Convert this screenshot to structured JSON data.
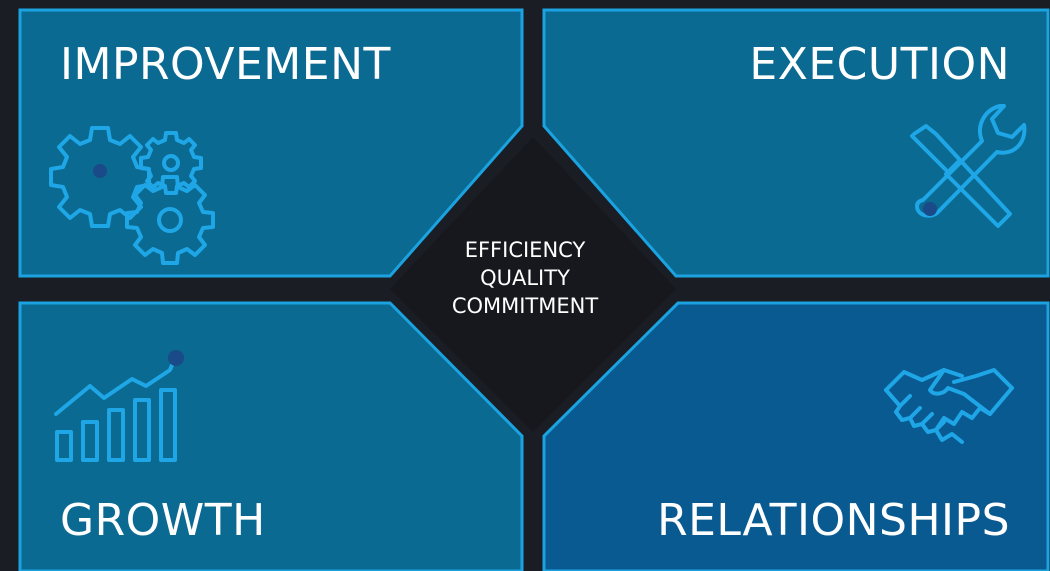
{
  "quadrants": {
    "top_left": {
      "label": "IMPROVEMENT",
      "icon": "gears-icon"
    },
    "top_right": {
      "label": "EXECUTION",
      "icon": "tools-icon"
    },
    "bottom_left": {
      "label": "GROWTH",
      "icon": "growth-chart-icon"
    },
    "bottom_right": {
      "label": "RELATIONSHIPS",
      "icon": "handshake-icon"
    }
  },
  "center": {
    "lines": [
      "EFFICIENCY",
      "QUALITY",
      "COMMITMENT"
    ]
  },
  "colors": {
    "background": "#1b1d24",
    "panel_fill": "#0b6a91",
    "panel_fill_highlight": "#0a5a92",
    "panel_border": "#1aa3e0",
    "icon_stroke": "#1ea6e6",
    "icon_dot": "#1a4a87",
    "center_fill": "#16181d",
    "text": "#ffffff"
  }
}
